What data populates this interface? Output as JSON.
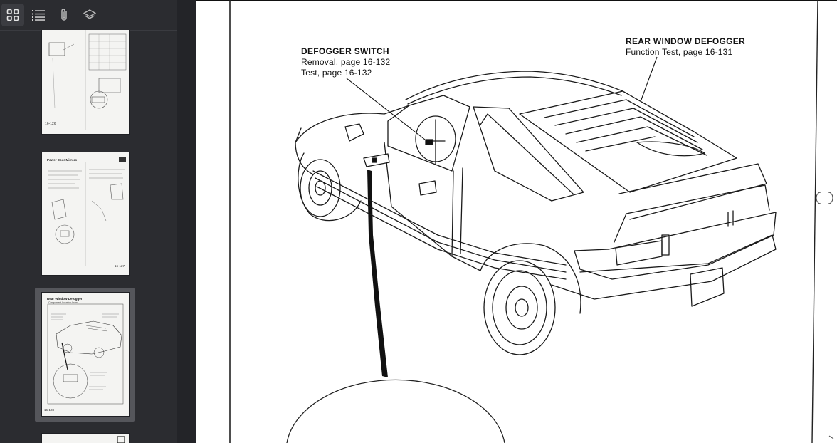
{
  "toolbar": {
    "buttons": [
      {
        "name": "thumbnails-view",
        "icon": "grid-icon",
        "active": true
      },
      {
        "name": "outline-view",
        "icon": "list-icon",
        "active": false
      },
      {
        "name": "attachments-view",
        "icon": "paperclip-icon",
        "active": false
      },
      {
        "name": "layers-view",
        "icon": "layers-icon",
        "active": false
      }
    ]
  },
  "thumbnails": [
    {
      "page_label": "16-126",
      "selected": false
    },
    {
      "page_label": "16-127",
      "title": "Power Door Mirrors",
      "selected": false
    },
    {
      "page_label": "16-128",
      "title": "Rear Window Defogger",
      "subtitle": "Component Location Index",
      "selected": true
    },
    {
      "page_label": "",
      "selected": false
    }
  ],
  "document": {
    "callouts": {
      "defogger_switch": {
        "title": "DEFOGGER SWITCH",
        "line1": "Removal, page 16-132",
        "line2": "Test, page 16-132"
      },
      "rear_window_defogger": {
        "title": "REAR WINDOW DEFOGGER",
        "line1": "Function Test, page 16-131"
      }
    }
  },
  "colors": {
    "sidebar_bg": "#2b2c30",
    "selection": "#55565b",
    "page_bg": "#ffffff"
  }
}
